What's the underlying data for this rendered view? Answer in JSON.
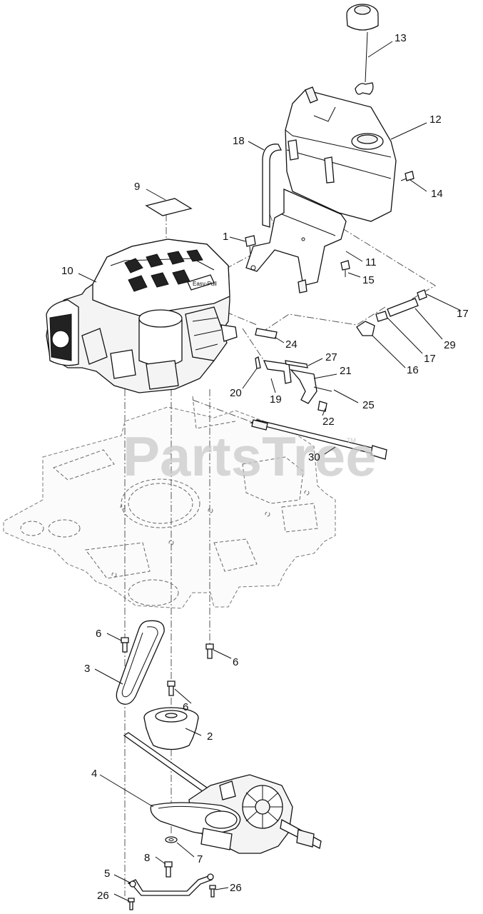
{
  "watermark": {
    "text": "PartsTree",
    "trademark": "TM"
  },
  "callouts": [
    {
      "id": "13",
      "label": "13"
    },
    {
      "id": "12",
      "label": "12"
    },
    {
      "id": "18",
      "label": "18"
    },
    {
      "id": "9",
      "label": "9"
    },
    {
      "id": "14",
      "label": "14"
    },
    {
      "id": "1",
      "label": "1"
    },
    {
      "id": "11",
      "label": "11"
    },
    {
      "id": "10",
      "label": "10"
    },
    {
      "id": "15",
      "label": "15"
    },
    {
      "id": "17a",
      "label": "17"
    },
    {
      "id": "29",
      "label": "29"
    },
    {
      "id": "17b",
      "label": "17"
    },
    {
      "id": "16",
      "label": "16"
    },
    {
      "id": "24",
      "label": "24"
    },
    {
      "id": "27",
      "label": "27"
    },
    {
      "id": "21",
      "label": "21"
    },
    {
      "id": "20",
      "label": "20"
    },
    {
      "id": "19",
      "label": "19"
    },
    {
      "id": "25",
      "label": "25"
    },
    {
      "id": "22",
      "label": "22"
    },
    {
      "id": "30",
      "label": "30"
    },
    {
      "id": "6a",
      "label": "6"
    },
    {
      "id": "6b",
      "label": "6"
    },
    {
      "id": "3",
      "label": "3"
    },
    {
      "id": "6c",
      "label": "6"
    },
    {
      "id": "2",
      "label": "2"
    },
    {
      "id": "4",
      "label": "4"
    },
    {
      "id": "8",
      "label": "8"
    },
    {
      "id": "7",
      "label": "7"
    },
    {
      "id": "5",
      "label": "5"
    },
    {
      "id": "26a",
      "label": "26"
    },
    {
      "id": "26b",
      "label": "26"
    }
  ],
  "engine_labels": {
    "easy_pull": "Easy-Pull"
  }
}
